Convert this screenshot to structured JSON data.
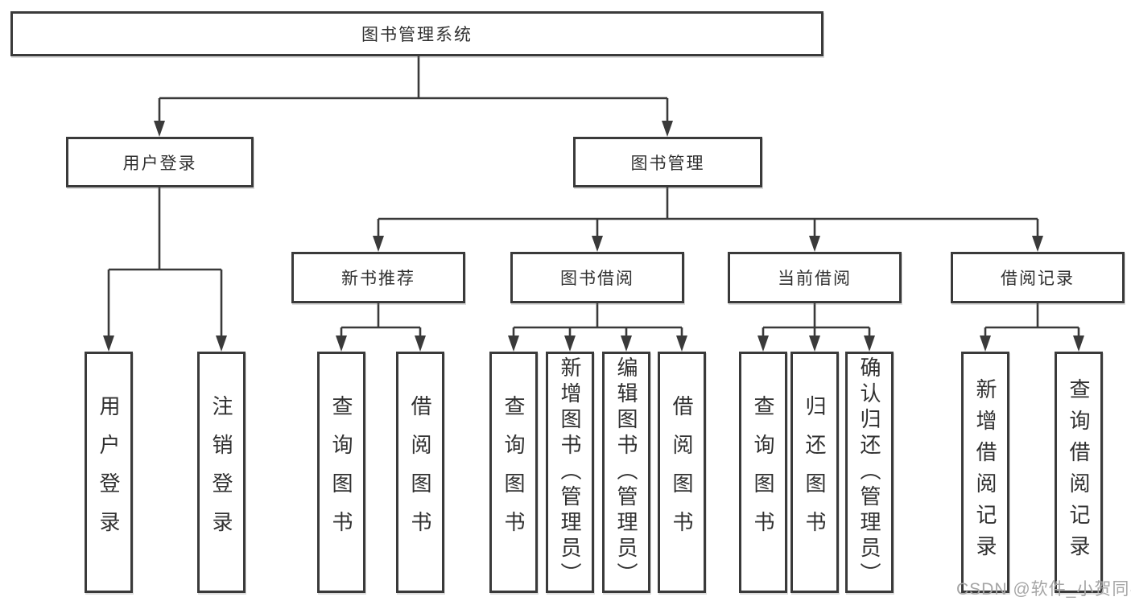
{
  "diagram": {
    "type": "hierarchy-tree",
    "colors": {
      "line": "#3a3a3a",
      "border": "#3a3a3a",
      "box_bg": "#ffffff",
      "text": "#303030",
      "watermark": "#a6a6a6"
    }
  },
  "tree": {
    "label": "图书管理系统",
    "children": [
      {
        "label": "用户登录",
        "children": [
          {
            "label": "用户登录"
          },
          {
            "label": "注销登录"
          }
        ]
      },
      {
        "label": "图书管理",
        "children": [
          {
            "label": "新书推荐",
            "children": [
              {
                "label": "查询图书"
              },
              {
                "label": "借阅图书"
              }
            ]
          },
          {
            "label": "图书借阅",
            "children": [
              {
                "label": "查询图书"
              },
              {
                "label": "新增图书（管理员）"
              },
              {
                "label": "编辑图书（管理员）"
              },
              {
                "label": "借阅图书"
              }
            ]
          },
          {
            "label": "当前借阅",
            "children": [
              {
                "label": "查询图书"
              },
              {
                "label": "归还图书"
              },
              {
                "label": "确认归还（管理员）"
              }
            ]
          },
          {
            "label": "借阅记录",
            "children": [
              {
                "label": "新增借阅记录"
              },
              {
                "label": "查询借阅记录"
              }
            ]
          }
        ]
      }
    ]
  },
  "watermark": {
    "text": "CSDN @软件_小贺同学"
  }
}
